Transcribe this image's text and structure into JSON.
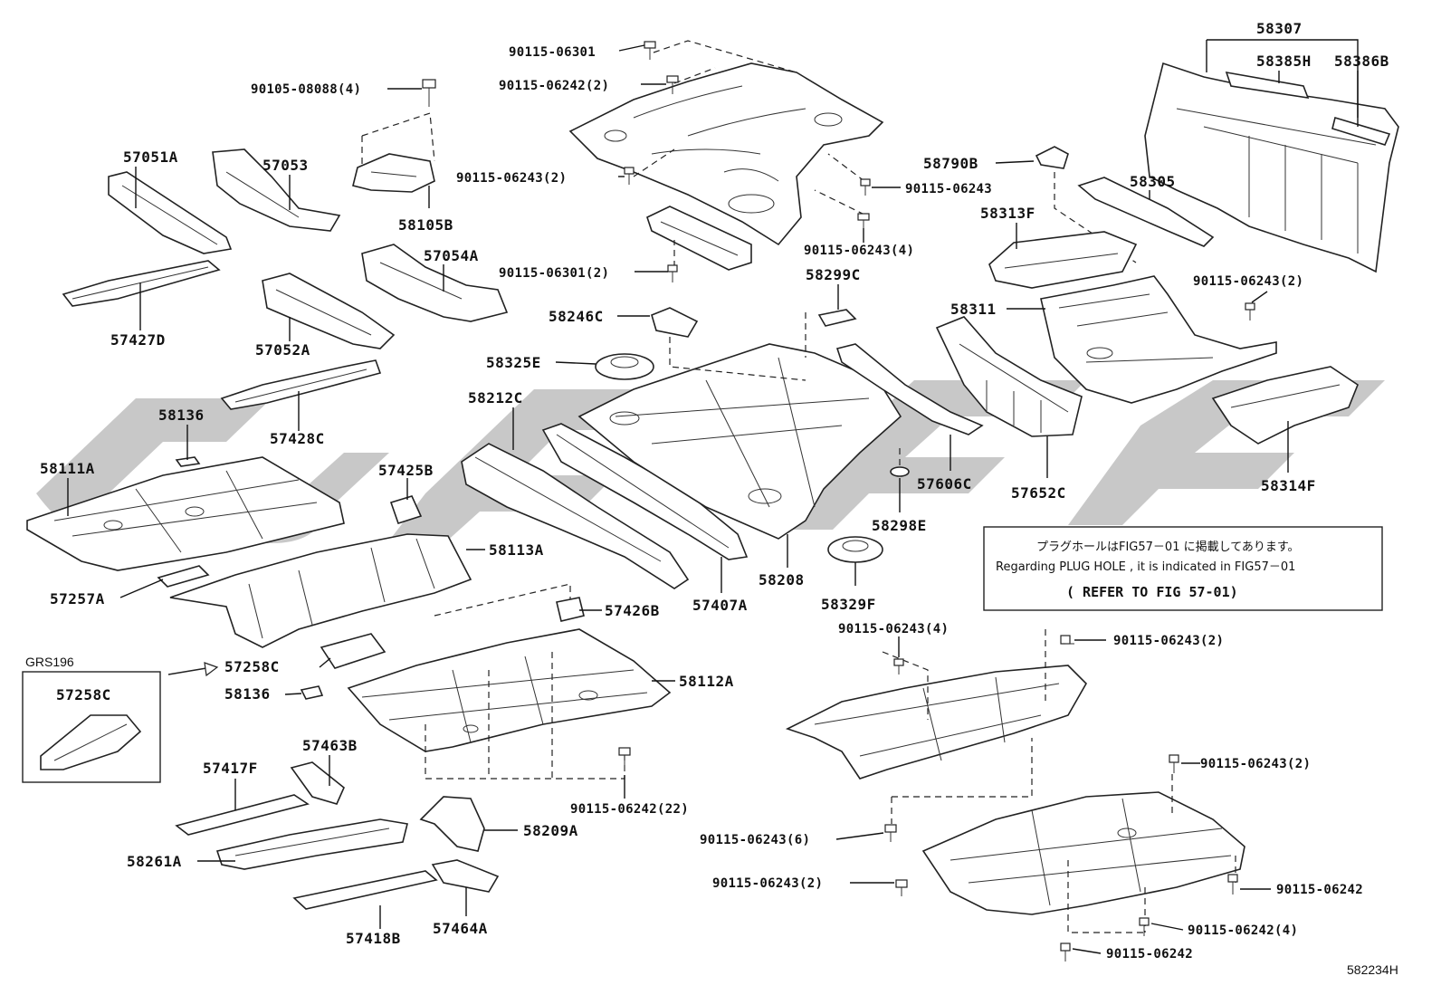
{
  "diagram": {
    "figure_id": "582234H",
    "inset_title": "GRS196",
    "note": {
      "line1": "プラグホールはFIG57－01 に掲載してあります。",
      "line2": "Regarding PLUG HOLE , it is indicated in FIG57－01",
      "line3": "( REFER TO FIG 57-01)"
    },
    "labels": {
      "p90115_06301_top": "90115-06301",
      "p90115_06242_2_top": "90115-06242(2)",
      "p90105_08088_4": "90105-08088(4)",
      "p90115_06243_2_a": "90115-06243(2)",
      "p90115_06243_a": "90115-06243",
      "p90115_06243_4_a": "90115-06243(4)",
      "p90115_06301_2": "90115-06301(2)",
      "p57051A": "57051A",
      "p57053": "57053",
      "p58105B": "58105B",
      "p57054A": "57054A",
      "p57427D": "57427D",
      "p57052A": "57052A",
      "p57428C": "57428C",
      "p58136_a": "58136",
      "p58111A": "58111A",
      "p57425B": "57425B",
      "p58113A": "58113A",
      "p57257A": "57257A",
      "p57258C": "57258C",
      "p57258C_inset": "57258C",
      "p58136_b": "58136",
      "p58112A": "58112A",
      "p57426B": "57426B",
      "p57463B": "57463B",
      "p57417F": "57417F",
      "p58261A": "58261A",
      "p58209A": "58209A",
      "p57418B": "57418B",
      "p57464A": "57464A",
      "p90115_06242_22": "90115-06242(22)",
      "p58246C": "58246C",
      "p58325E": "58325E",
      "p58212C": "58212C",
      "p57407A": "57407A",
      "p58208": "58208",
      "p58329F": "58329F",
      "p58299C": "58299C",
      "p58298E": "58298E",
      "p57606C": "57606C",
      "p58307": "58307",
      "p58385H": "58385H",
      "p58386B": "58386B",
      "p58790B": "58790B",
      "p58305": "58305",
      "p58313F": "58313F",
      "p58311": "58311",
      "p90115_06243_2_b": "90115-06243(2)",
      "p57652C": "57652C",
      "p58314F": "58314F",
      "p90115_06243_4_b": "90115-06243(4)",
      "p90115_06243_2_c": "90115-06243(2)",
      "p90115_06243_2_d": "90115-06243(2)",
      "p90115_06243_6": "90115-06243(6)",
      "p90115_06243_2_e": "90115-06243(2)",
      "p90115_06242_a": "90115-06242",
      "p90115_06242_4": "90115-06242(4)",
      "p90115_06242_b": "90115-06242"
    }
  }
}
